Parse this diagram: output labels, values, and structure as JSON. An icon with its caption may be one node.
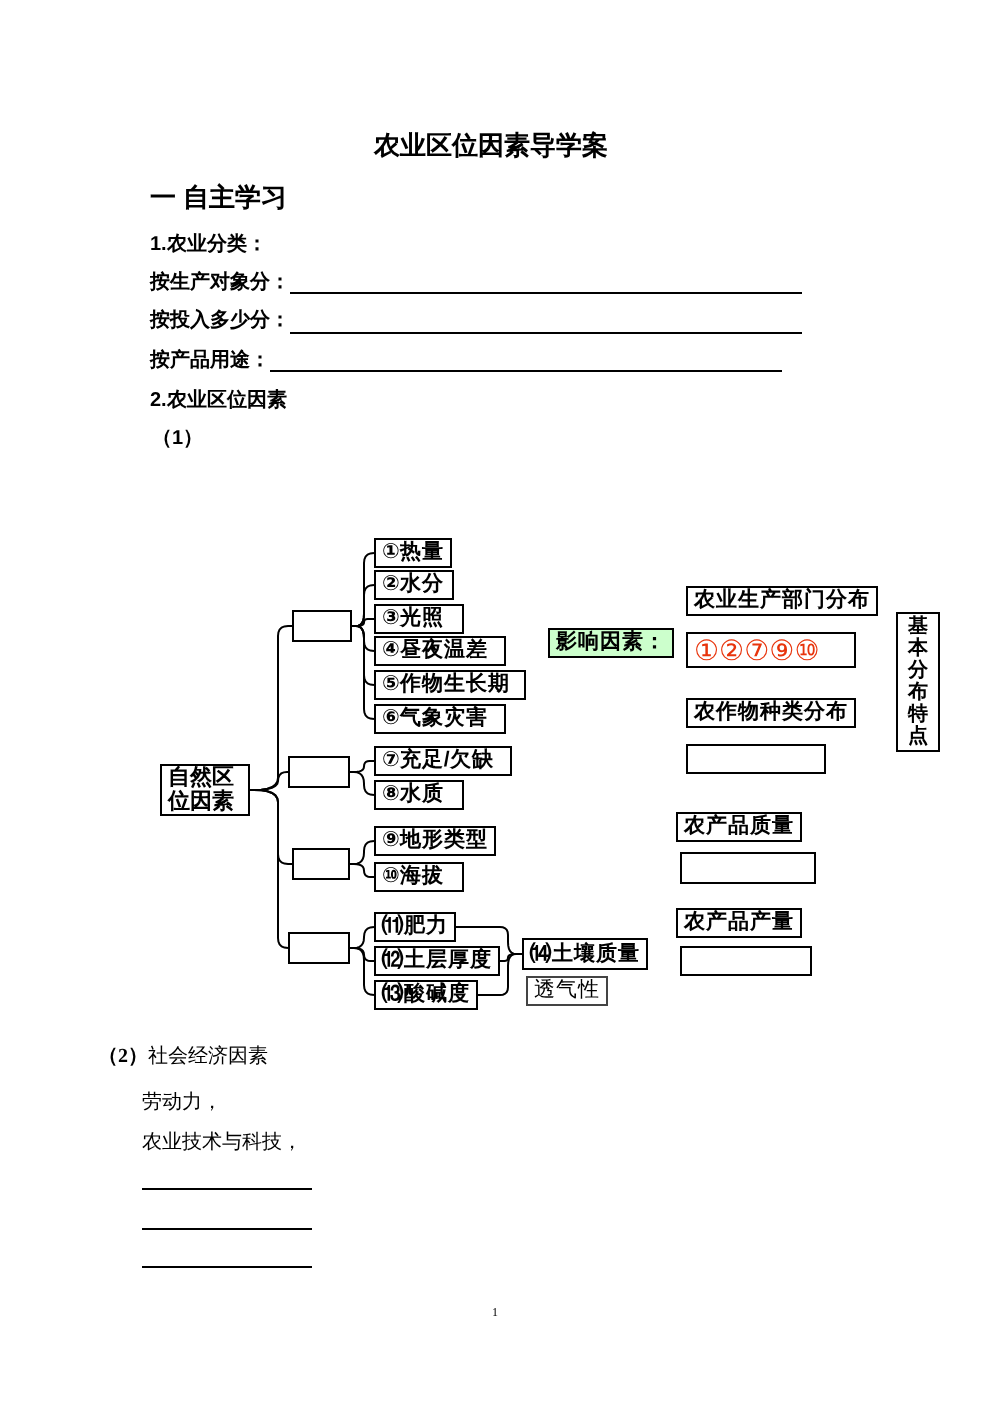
{
  "diagram": {
    "title": "农业区位因素导学案",
    "nodes": [
      {
        "text": [
          "自然区位因素"
        ]
      },
      {
        "text": [],
        "shape": "box"
      },
      {
        "text": [
          "①热量"
        ]
      },
      {
        "text": [
          "②水分"
        ]
      },
      {
        "text": [
          "③光照"
        ]
      },
      {
        "text": [
          "④昼夜温差"
        ]
      },
      {
        "text": [
          "⑤作物生长期"
        ]
      },
      {
        "text": [
          "⑥气象灾害"
        ]
      },
      {
        "text": [],
        "shape": "box"
      },
      {
        "text": [
          "⑦充足/欠缺"
        ]
      },
      {
        "text": [
          "⑧水质"
        ]
      },
      {
        "text": [],
        "shape": "box"
      },
      {
        "text": [
          "⑨地形类型"
        ]
      },
      {
        "text": [
          "⑩海拔"
        ]
      },
      {
        "text": [],
        "shape": "box"
      },
      {
        "text": [
          "⑾肥力"
        ]
      },
      {
        "text": [
          "⑿土层厚度"
        ]
      },
      {
        "text": [
          "⒀酸碱度"
        ]
      },
      {
        "text": [
          "⒁土壤质量"
        ]
      },
      {
        "text": [
          "透气性"
        ]
      },
      {
        "text": [
          "影响因素："
        ]
      },
      {
        "text": [
          "农业生产部门分布"
        ]
      },
      {
        "text": [
          "①②⑦⑨⑩"
        ]
      },
      {
        "text": [
          "农作物种类分布"
        ]
      },
      {
        "text": [],
        "shape": "box"
      },
      {
        "text": [
          "农产品质量"
        ]
      },
      {
        "text": [],
        "shape": "box"
      },
      {
        "text": [
          "农产品产量"
        ]
      },
      {
        "text": [],
        "shape": "box"
      },
      {
        "text": [
          "基本分布特点"
        ]
      }
    ],
    "edges": [
      {
        "from": 0,
        "to": 1,
        "arrow": "none"
      },
      {
        "from": 0,
        "to": 8,
        "arrow": "none"
      },
      {
        "from": 0,
        "to": 11,
        "arrow": "none"
      },
      {
        "from": 0,
        "to": 14,
        "arrow": "none"
      },
      {
        "from": 1,
        "to": 2,
        "arrow": "none"
      },
      {
        "from": 1,
        "to": 3,
        "arrow": "none"
      },
      {
        "from": 1,
        "to": 4,
        "arrow": "none"
      },
      {
        "from": 1,
        "to": 5,
        "arrow": "none"
      },
      {
        "from": 1,
        "to": 6,
        "arrow": "none"
      },
      {
        "from": 1,
        "to": 7,
        "arrow": "none"
      },
      {
        "from": 8,
        "to": 9,
        "arrow": "none"
      },
      {
        "from": 8,
        "to": 10,
        "arrow": "none"
      },
      {
        "from": 11,
        "to": 12,
        "arrow": "none"
      },
      {
        "from": 11,
        "to": 13,
        "arrow": "none"
      },
      {
        "from": 14,
        "to": 15,
        "arrow": "none"
      },
      {
        "from": 14,
        "to": 16,
        "arrow": "none"
      },
      {
        "from": 14,
        "to": 17,
        "arrow": "none"
      },
      {
        "from": 15,
        "to": 18,
        "arrow": "none"
      },
      {
        "from": 16,
        "to": 18,
        "arrow": "none"
      },
      {
        "from": 17,
        "to": 18,
        "arrow": "none"
      }
    ],
    "labels": [
      "一 自主学习",
      "1.农业分类：",
      "按生产对象分：",
      "按投入多少分：",
      "按产品用途：",
      "2.农业区位因素",
      "（1）",
      "**（2）**社会经济因素",
      "劳动力，",
      "农业技术与科技，",
      "1"
    ]
  }
}
